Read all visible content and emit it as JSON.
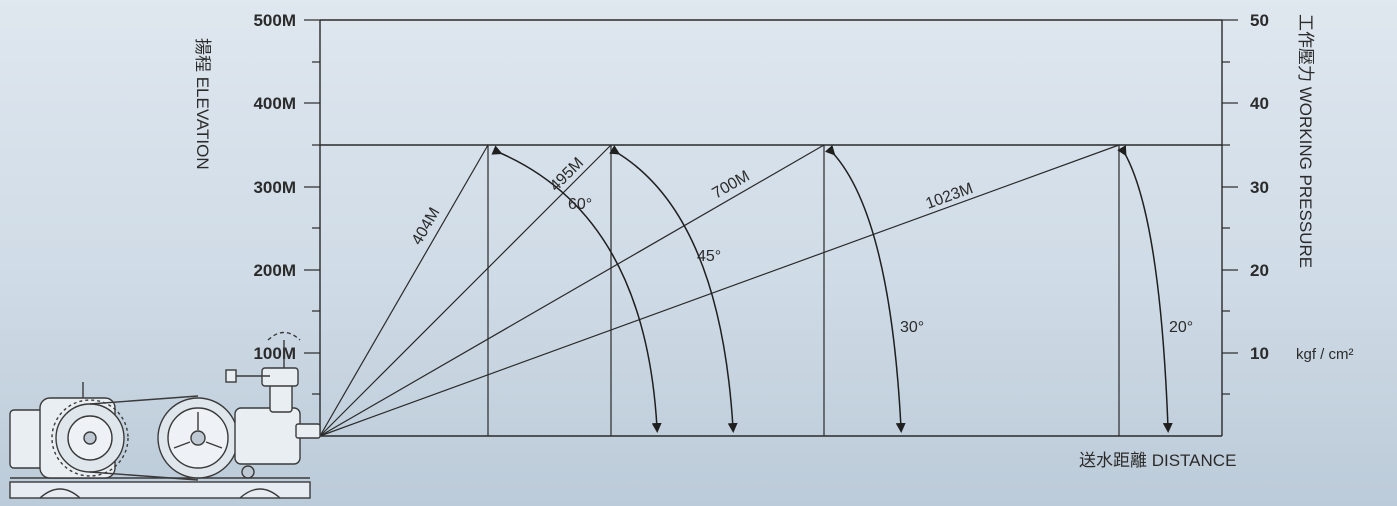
{
  "left_axis": {
    "title": "揚程 ELEVATION",
    "ticks": [
      "500M",
      "400M",
      "300M",
      "200M",
      "100M"
    ]
  },
  "right_axis": {
    "title": "工作壓力 WORKING PRESSURE",
    "ticks": [
      "50",
      "40",
      "30",
      "20",
      "10"
    ],
    "unit": "kgf / cm²"
  },
  "bottom_axis": {
    "title": "送水距離 DISTANCE"
  },
  "rays": [
    {
      "label": "404M",
      "angle_label": "60°"
    },
    {
      "label": "495M",
      "angle_label": "45°"
    },
    {
      "label": "700M",
      "angle_label": "30°"
    },
    {
      "label": "1023M",
      "angle_label": "20°"
    }
  ],
  "image": {
    "subject": "pump-machine-illustration"
  }
}
